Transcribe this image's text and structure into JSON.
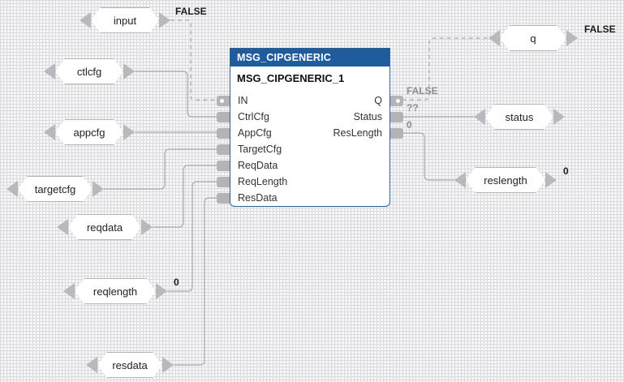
{
  "editor": {
    "kind": "fbd-function-block-diagram",
    "background": "#f7f7f8",
    "grid_color": "#dcdce1"
  },
  "block": {
    "type_name": "MSG_CIPGENERIC",
    "instance_name": "MSG_CIPGENERIC_1",
    "header_color": "#1f5c9e",
    "border_color": "#2f5f97",
    "inputs": [
      {
        "name": "IN",
        "kind": "bool"
      },
      {
        "name": "CtrlCfg",
        "kind": "struct"
      },
      {
        "name": "AppCfg",
        "kind": "struct"
      },
      {
        "name": "TargetCfg",
        "kind": "struct"
      },
      {
        "name": "ReqData",
        "kind": "struct"
      },
      {
        "name": "ReqLength",
        "kind": "int"
      },
      {
        "name": "ResData",
        "kind": "struct"
      }
    ],
    "outputs": [
      {
        "name": "Q",
        "kind": "bool",
        "value": "FALSE"
      },
      {
        "name": "Status",
        "kind": "struct",
        "value": "??"
      },
      {
        "name": "ResLength",
        "kind": "int",
        "value": "0"
      }
    ]
  },
  "variables": [
    {
      "id": "input",
      "label": "input",
      "side": "left"
    },
    {
      "id": "ctlcfg",
      "label": "ctlcfg",
      "side": "left"
    },
    {
      "id": "appcfg",
      "label": "appcfg",
      "side": "left"
    },
    {
      "id": "targetcfg",
      "label": "targetcfg",
      "side": "left"
    },
    {
      "id": "reqdata",
      "label": "reqdata",
      "side": "left"
    },
    {
      "id": "reqlength",
      "label": "reqlength",
      "side": "left"
    },
    {
      "id": "resdata",
      "label": "resdata",
      "side": "left"
    },
    {
      "id": "q",
      "label": "q",
      "side": "right"
    },
    {
      "id": "status",
      "label": "status",
      "side": "right"
    },
    {
      "id": "reslength",
      "label": "reslength",
      "side": "right"
    }
  ],
  "value_labels": [
    {
      "id": "input-value",
      "text": "FALSE",
      "style": "bold-dark"
    },
    {
      "id": "q-value",
      "text": "FALSE",
      "style": "bold-dark"
    },
    {
      "id": "out-q-value",
      "text": "FALSE",
      "style": "bold-gray"
    },
    {
      "id": "out-status-value",
      "text": "??",
      "style": "bold-gray"
    },
    {
      "id": "out-reslen-value",
      "text": "0",
      "style": "bold-gray"
    },
    {
      "id": "reqlength-value",
      "text": "0",
      "style": "bold-dark"
    },
    {
      "id": "reslength-value",
      "text": "0",
      "style": "bold-dark"
    }
  ]
}
